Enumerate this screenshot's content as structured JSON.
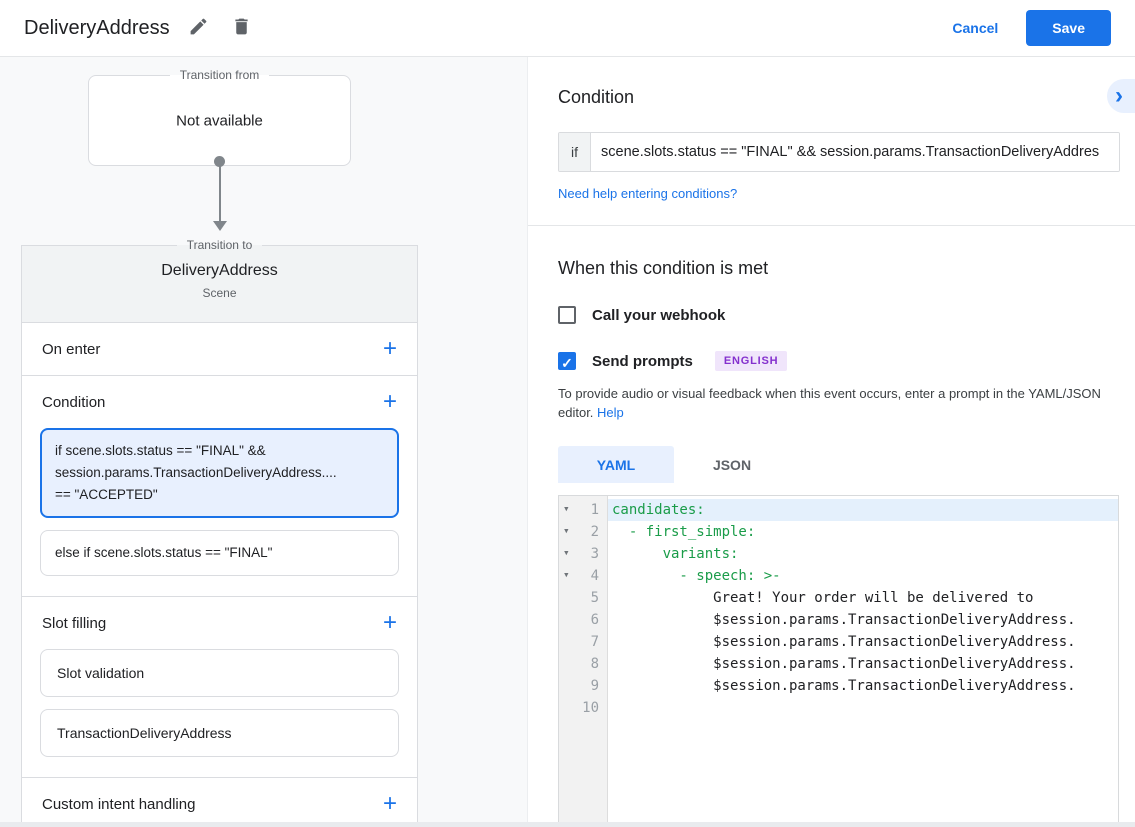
{
  "header": {
    "title": "DeliveryAddress",
    "cancel_label": "Cancel",
    "save_label": "Save"
  },
  "icons": {
    "add": "+",
    "chevron_right": "›",
    "check": "✓",
    "fold": "▾"
  },
  "flow": {
    "transition_from": {
      "legend": "Transition from",
      "value": "Not available"
    },
    "transition_to": {
      "legend": "Transition to",
      "title": "DeliveryAddress",
      "subtitle": "Scene"
    },
    "on_enter_label": "On enter",
    "condition_label": "Condition",
    "slot_filling_label": "Slot filling",
    "custom_intent_label": "Custom intent handling",
    "condition_cards": [
      {
        "lines": [
          "if scene.slots.status == \"FINAL\" &&",
          "session.params.TransactionDeliveryAddress....",
          "== \"ACCEPTED\""
        ]
      },
      {
        "lines": [
          "else if scene.slots.status == \"FINAL\""
        ]
      }
    ],
    "slot_cards": [
      "Slot validation",
      "TransactionDeliveryAddress"
    ]
  },
  "condition_panel": {
    "heading": "Condition",
    "if_label": "if",
    "if_value": "scene.slots.status == \"FINAL\" && session.params.TransactionDeliveryAddres",
    "help_link": "Need help entering conditions?",
    "when_heading": "When this condition is met",
    "webhook_label": "Call your webhook",
    "send_prompts_label": "Send prompts",
    "language_badge": "ENGLISH",
    "description": "To provide audio or visual feedback when this event occurs, enter a prompt in the YAML/JSON editor.",
    "help_word": "Help",
    "tab_yaml": "YAML",
    "tab_json": "JSON"
  },
  "editor": {
    "lines": [
      {
        "num": "1",
        "text": "candidates:"
      },
      {
        "num": "2",
        "text": "  - first_simple:"
      },
      {
        "num": "3",
        "text": "      variants:"
      },
      {
        "num": "4",
        "text": "        - speech: >-"
      },
      {
        "num": "5",
        "text": "            Great! Your order will be delivered to"
      },
      {
        "num": "6",
        "text": "            $session.params.TransactionDeliveryAddress."
      },
      {
        "num": "7",
        "text": "            $session.params.TransactionDeliveryAddress."
      },
      {
        "num": "8",
        "text": "            $session.params.TransactionDeliveryAddress."
      },
      {
        "num": "9",
        "text": "            $session.params.TransactionDeliveryAddress."
      },
      {
        "num": "10",
        "text": ""
      }
    ]
  },
  "colors": {
    "accent_blue": "#1a73e8",
    "selected_card_bg": "#e8f0fe",
    "yaml_key_green": "#1a9c49",
    "badge_bg": "#f0e5fb",
    "badge_text": "#8430ce"
  }
}
